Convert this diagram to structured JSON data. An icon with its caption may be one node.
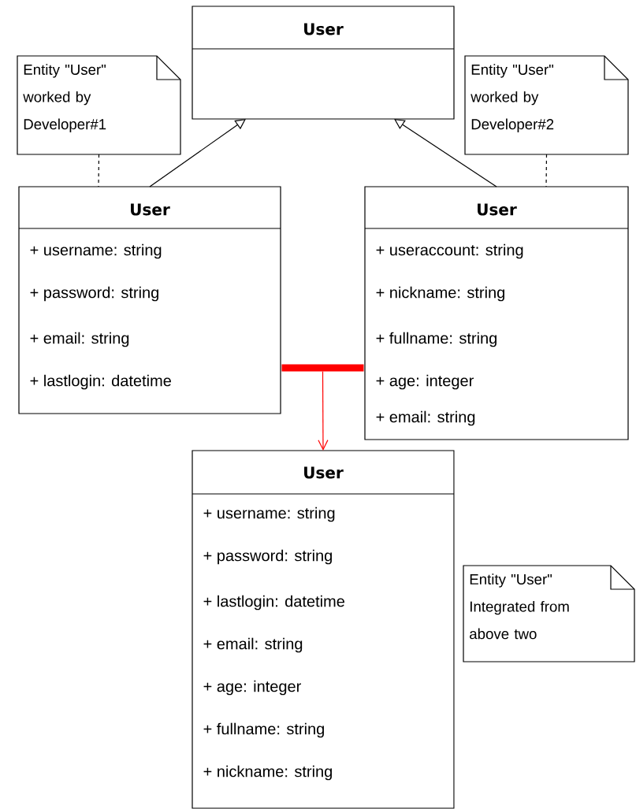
{
  "diagram": {
    "nodes": [
      {
        "text": [
          "User"
        ]
      },
      {
        "text": [
          "Entity \"User\" worked by Developer#1"
        ]
      },
      {
        "text": [
          "Entity \"User\" worked by Developer#2"
        ]
      },
      {
        "text": [
          "User",
          "+ username: string",
          "+ password: string",
          "+ email: string",
          "+ lastlogin: datetime"
        ]
      },
      {
        "text": [
          "User",
          "+ useraccount: string",
          "+ nickname: string",
          "+ fullname: string",
          "+ age: integer",
          "+ email: string"
        ]
      },
      {
        "text": [
          "User",
          "+ username: string",
          "+ password: string",
          "+ lastlogin: datetime",
          "+ email: string",
          "+ age: integer",
          "+ fullname: string",
          "+ nickname: string"
        ]
      },
      {
        "text": [
          "Entity \"User\" Integrated from above two"
        ]
      },
      {
        "text": [],
        "shape": "bar"
      }
    ],
    "edges": [
      {
        "from": 3,
        "to": 0,
        "arrow": "to"
      },
      {
        "from": 4,
        "to": 0,
        "arrow": "to"
      },
      {
        "from": 1,
        "to": 3,
        "arrow": "none",
        "style": "dashed"
      },
      {
        "from": 2,
        "to": 4,
        "arrow": "none",
        "style": "dashed"
      },
      {
        "from": 7,
        "to": 5,
        "arrow": "to",
        "color": "#ff0000"
      }
    ]
  }
}
